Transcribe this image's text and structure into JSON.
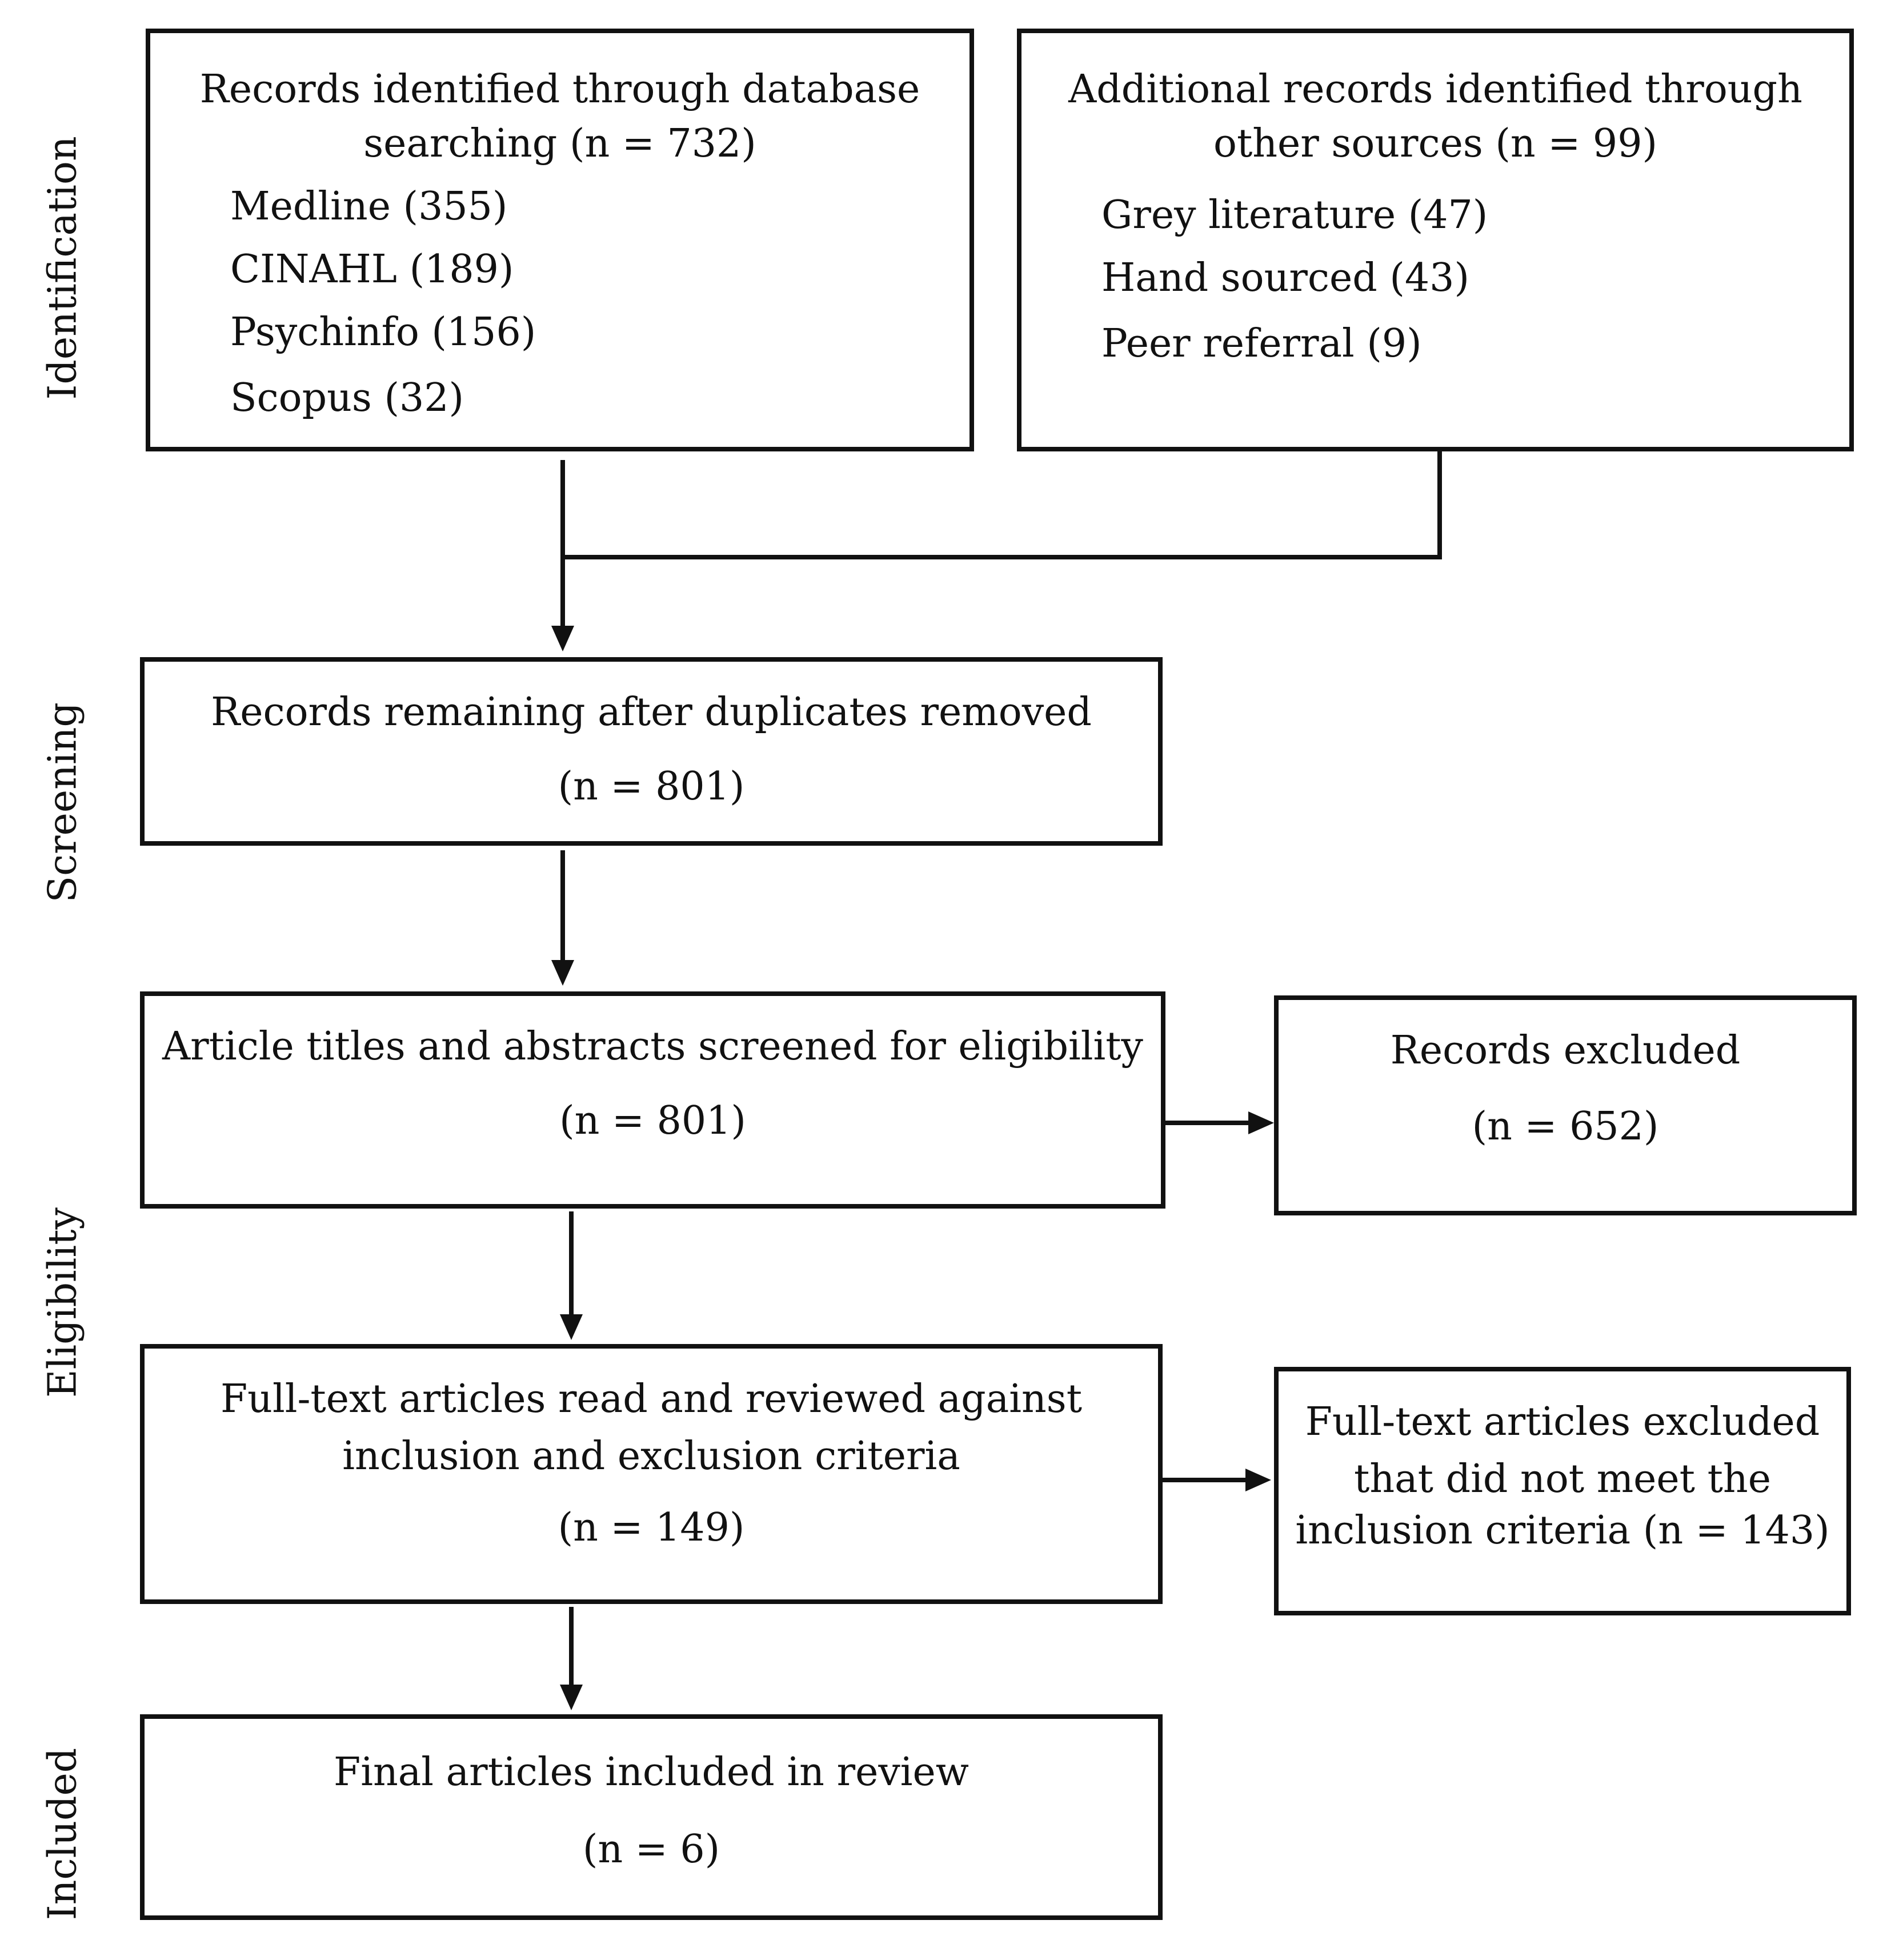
{
  "stages": {
    "identification": "Identification",
    "screening": "Screening",
    "eligibility": "Eligibility",
    "included": "Included"
  },
  "database_box": {
    "line1": "Records identified through database",
    "line2": "searching (n = 732)",
    "sources": [
      "Medline (355)",
      "CINAHL (189)",
      "Psychinfo (156)",
      "Scopus (32)"
    ]
  },
  "other_box": {
    "line1": "Additional records identified through",
    "line2": "other sources (n = 99)",
    "sources": [
      "Grey literature (47)",
      "Hand sourced (43)",
      "Peer referral (9)"
    ]
  },
  "duplicates_box": {
    "line1": "Records remaining after duplicates removed",
    "line2": "(n = 801)"
  },
  "screened_box": {
    "line1": "Article titles and abstracts screened for eligibility",
    "line2": "(n = 801)"
  },
  "excluded_box": {
    "line1": "Records excluded",
    "line2": "(n = 652)"
  },
  "fulltext_box": {
    "line1": "Full-text articles read and reviewed against",
    "line2": "inclusion and exclusion criteria",
    "line3": "(n = 149)"
  },
  "fulltext_excluded_box": {
    "line1": "Full-text articles excluded",
    "line2": "that did not meet the",
    "line3": "inclusion criteria (n = 143)"
  },
  "final_box": {
    "line1": "Final articles included in review",
    "line2": "(n = 6)"
  }
}
